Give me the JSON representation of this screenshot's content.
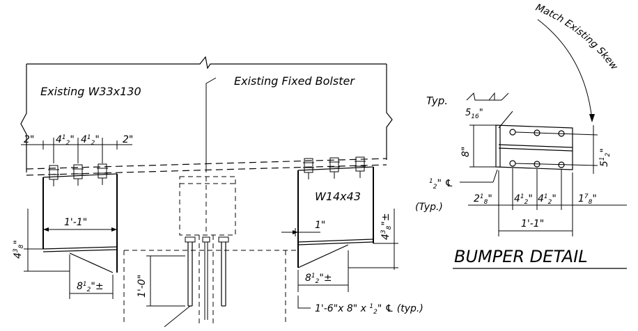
{
  "labels": {
    "existing_beam": "Existing W33x130",
    "fixed_bolster": "Existing Fixed Bolster",
    "match_skew": "Match Existing Skew",
    "typ_weld": "Typ.",
    "weld_size": "5",
    "weld_size_den": "16",
    "weld_size_in": "\"",
    "beam_right": "W14x43",
    "bumper_title": "BUMPER DETAIL",
    "plate_label": "1'-6\"x 8\" x ",
    "plate_label_frac": "1",
    "plate_label_den": "2",
    "plate_label_end": "\" ℄ (typ.)",
    "half_plate_num": "1",
    "half_plate_den": "2",
    "half_plate_end": "\" ℄",
    "typ_paren": "(Typ.)"
  },
  "dims_left": {
    "d_2a": "2\"",
    "d_412a": "4",
    "d_412b": "4",
    "d_2b": "2\"",
    "one_one": "1'-1\"",
    "four_38": "4",
    "eight_12": "8",
    "plus_minus": "\"±",
    "one_zero": "1'-0\""
  },
  "dims_right": {
    "one_in": "1\"",
    "four_38": "4",
    "eight_12": "8",
    "plus_minus": "\"±"
  },
  "dims_bumper": {
    "eight": "8\"",
    "five_12": "5",
    "two_18": "2",
    "four_12a": "4",
    "four_12b": "4",
    "one_78": "1",
    "one_one": "1'-1\""
  }
}
